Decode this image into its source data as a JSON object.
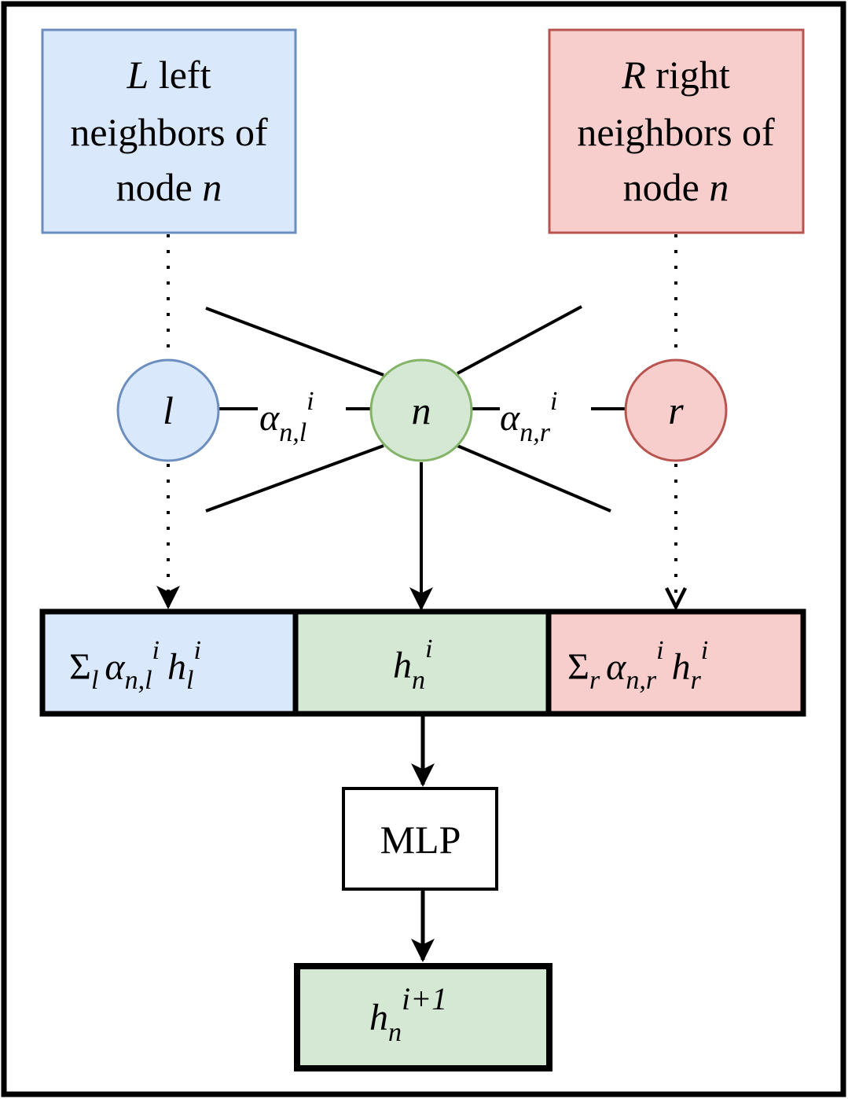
{
  "colors": {
    "left_fill": "#dae8fc",
    "left_stroke": "#6c8ebf",
    "right_fill": "#f8cecc",
    "right_stroke": "#b85450",
    "center_fill": "#d5e8d4",
    "center_stroke": "#82b366",
    "ink": "#000000"
  },
  "left_box": {
    "line1_var": "L",
    "line1_rest": " left",
    "line2": "neighbors of",
    "line3_text": "node ",
    "line3_var": "n"
  },
  "right_box": {
    "line1_var": "R",
    "line1_rest": " right",
    "line2": "neighbors of",
    "line3_text": "node ",
    "line3_var": "n"
  },
  "nodes": {
    "left": "l",
    "center": "n",
    "right": "r"
  },
  "edge_labels": {
    "left": {
      "base": "α",
      "sub": "n,l",
      "sup": "i"
    },
    "right": {
      "base": "α",
      "sub": "n,r",
      "sup": "i"
    }
  },
  "concat": {
    "left": {
      "sum": "Σ",
      "sum_sub": "l",
      "alpha": "α",
      "alpha_sub": "n,l",
      "alpha_sup": "i",
      "h": "h",
      "h_sub": "l",
      "h_sup": "i"
    },
    "center": {
      "h": "h",
      "h_sub": "n",
      "h_sup": "i"
    },
    "right": {
      "sum": "Σ",
      "sum_sub": "r",
      "alpha": "α",
      "alpha_sub": "n,r",
      "alpha_sup": "i",
      "h": "h",
      "h_sub": "r",
      "h_sup": "i"
    }
  },
  "mlp": {
    "label": "MLP"
  },
  "output": {
    "h": "h",
    "h_sub": "n",
    "h_sup": "i+1"
  }
}
